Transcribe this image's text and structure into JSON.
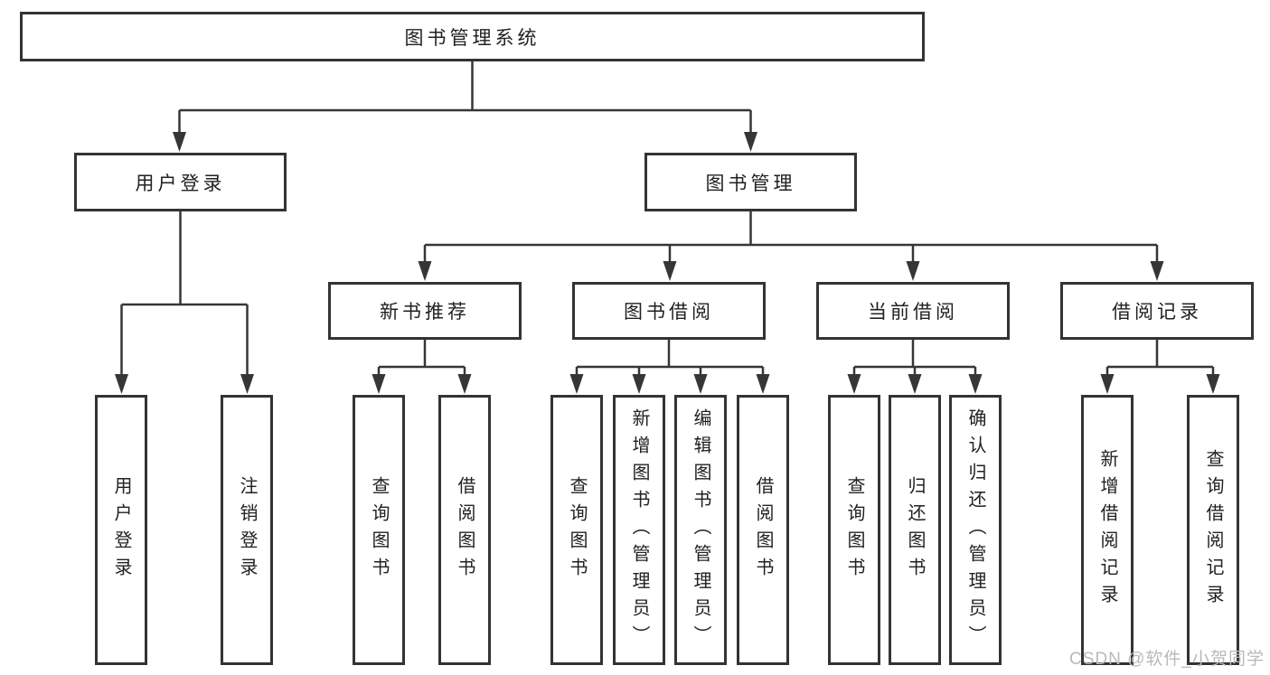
{
  "diagram_title": "图书管理系统",
  "tree": {
    "label": "图书管理系统",
    "children": [
      {
        "label": "用户登录",
        "children": [
          {
            "label": "用户登录"
          },
          {
            "label": "注销登录"
          }
        ]
      },
      {
        "label": "图书管理",
        "children": [
          {
            "label": "新书推荐",
            "children": [
              {
                "label": "查询图书"
              },
              {
                "label": "借阅图书"
              }
            ]
          },
          {
            "label": "图书借阅",
            "children": [
              {
                "label": "查询图书"
              },
              {
                "label": "新增图书（管理员）"
              },
              {
                "label": "编辑图书（管理员）"
              },
              {
                "label": "借阅图书"
              }
            ]
          },
          {
            "label": "当前借阅",
            "children": [
              {
                "label": "查询图书"
              },
              {
                "label": "归还图书"
              },
              {
                "label": "确认归还（管理员）"
              }
            ]
          },
          {
            "label": "借阅记录",
            "children": [
              {
                "label": "新增借阅记录"
              },
              {
                "label": "查询借阅记录"
              }
            ]
          }
        ]
      }
    ]
  },
  "watermark": {
    "text": "CSDN @软件_小贺同学"
  },
  "colors": {
    "background": "#ffffff",
    "line": "#363636",
    "box_border": "#333333",
    "text": "#212121",
    "watermark": "#b9b9b9"
  }
}
